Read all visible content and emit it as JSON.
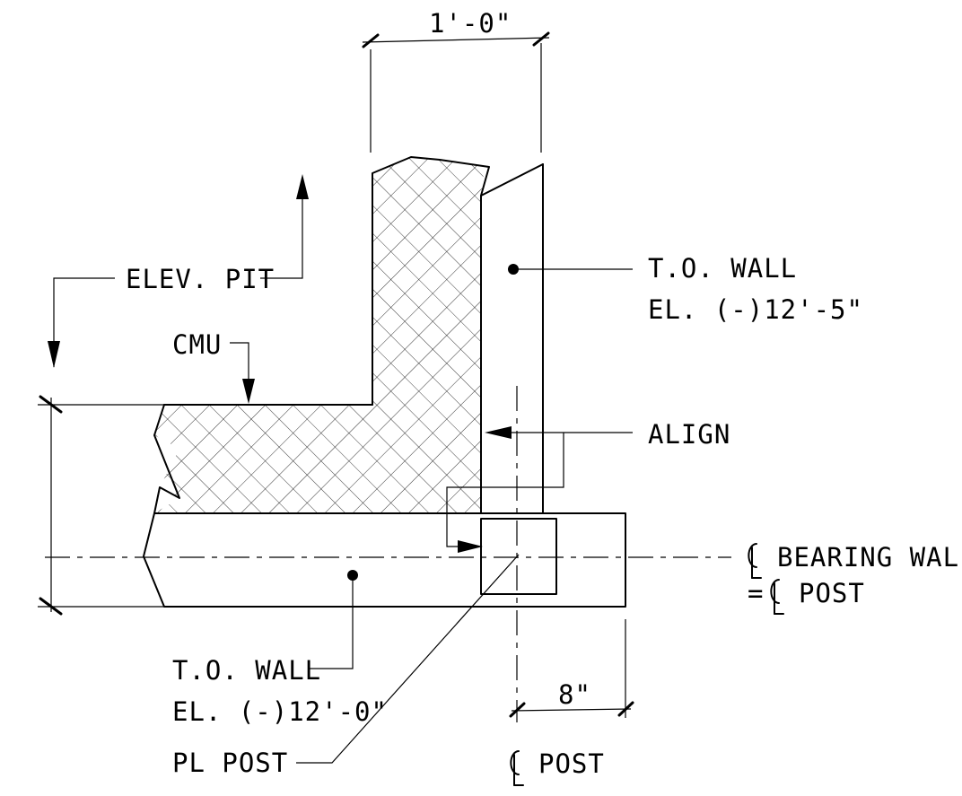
{
  "labels": {
    "dim_top": "1'-0\"",
    "dim_bottom": "8\"",
    "elev_pit": "ELEV. PIT",
    "cmu": "CMU",
    "to_wall_upper_1": "T.O. WALL",
    "to_wall_upper_2": "EL. (-)12'-5\"",
    "align": "ALIGN",
    "bearing_wall_1": "BEARING WALL",
    "bearing_wall_2": "=",
    "bearing_wall_3": "POST",
    "to_wall_lower_1": "T.O. WALL",
    "to_wall_lower_2": "EL. (-)12'-0\"",
    "pl_post": "PL POST",
    "cl_post": "POST"
  },
  "colors": {
    "line": "#000000",
    "background": "#ffffff"
  }
}
